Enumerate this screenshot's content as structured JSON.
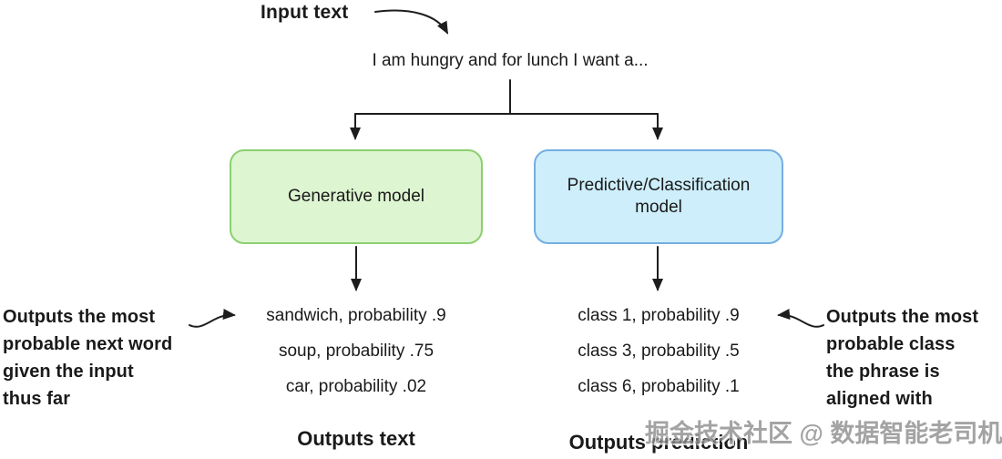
{
  "colors": {
    "line": "#1d1d1d",
    "text": "#1a1a1a",
    "green_fill": "#ddf5d0",
    "green_border": "#8ccf70",
    "blue_fill": "#cdeefa",
    "blue_border": "#74aee2",
    "watermark_gray": "#8d8d8d"
  },
  "labels": {
    "input_label": "Input text",
    "input_sentence": "I am hungry and for lunch I want a..."
  },
  "boxes": {
    "generative": "Generative model",
    "predictive": "Predictive/Classification model"
  },
  "outputs": {
    "generative": [
      "sandwich, probability .9",
      "soup, probability .75",
      "car, probability .02"
    ],
    "predictive": [
      "class 1, probability .9",
      "class 3, probability .5",
      "class 6, probability .1"
    ]
  },
  "annotations": {
    "left_lines": [
      "Outputs the most",
      "probable next word",
      "given the input",
      "thus far"
    ],
    "right_lines": [
      "Outputs the most",
      "probable class",
      "the phrase is",
      "aligned with"
    ]
  },
  "captions": {
    "generative": "Outputs text",
    "predictive": "Outputs prediction"
  },
  "watermark": "掘金技术社区 @ 数据智能老司机"
}
